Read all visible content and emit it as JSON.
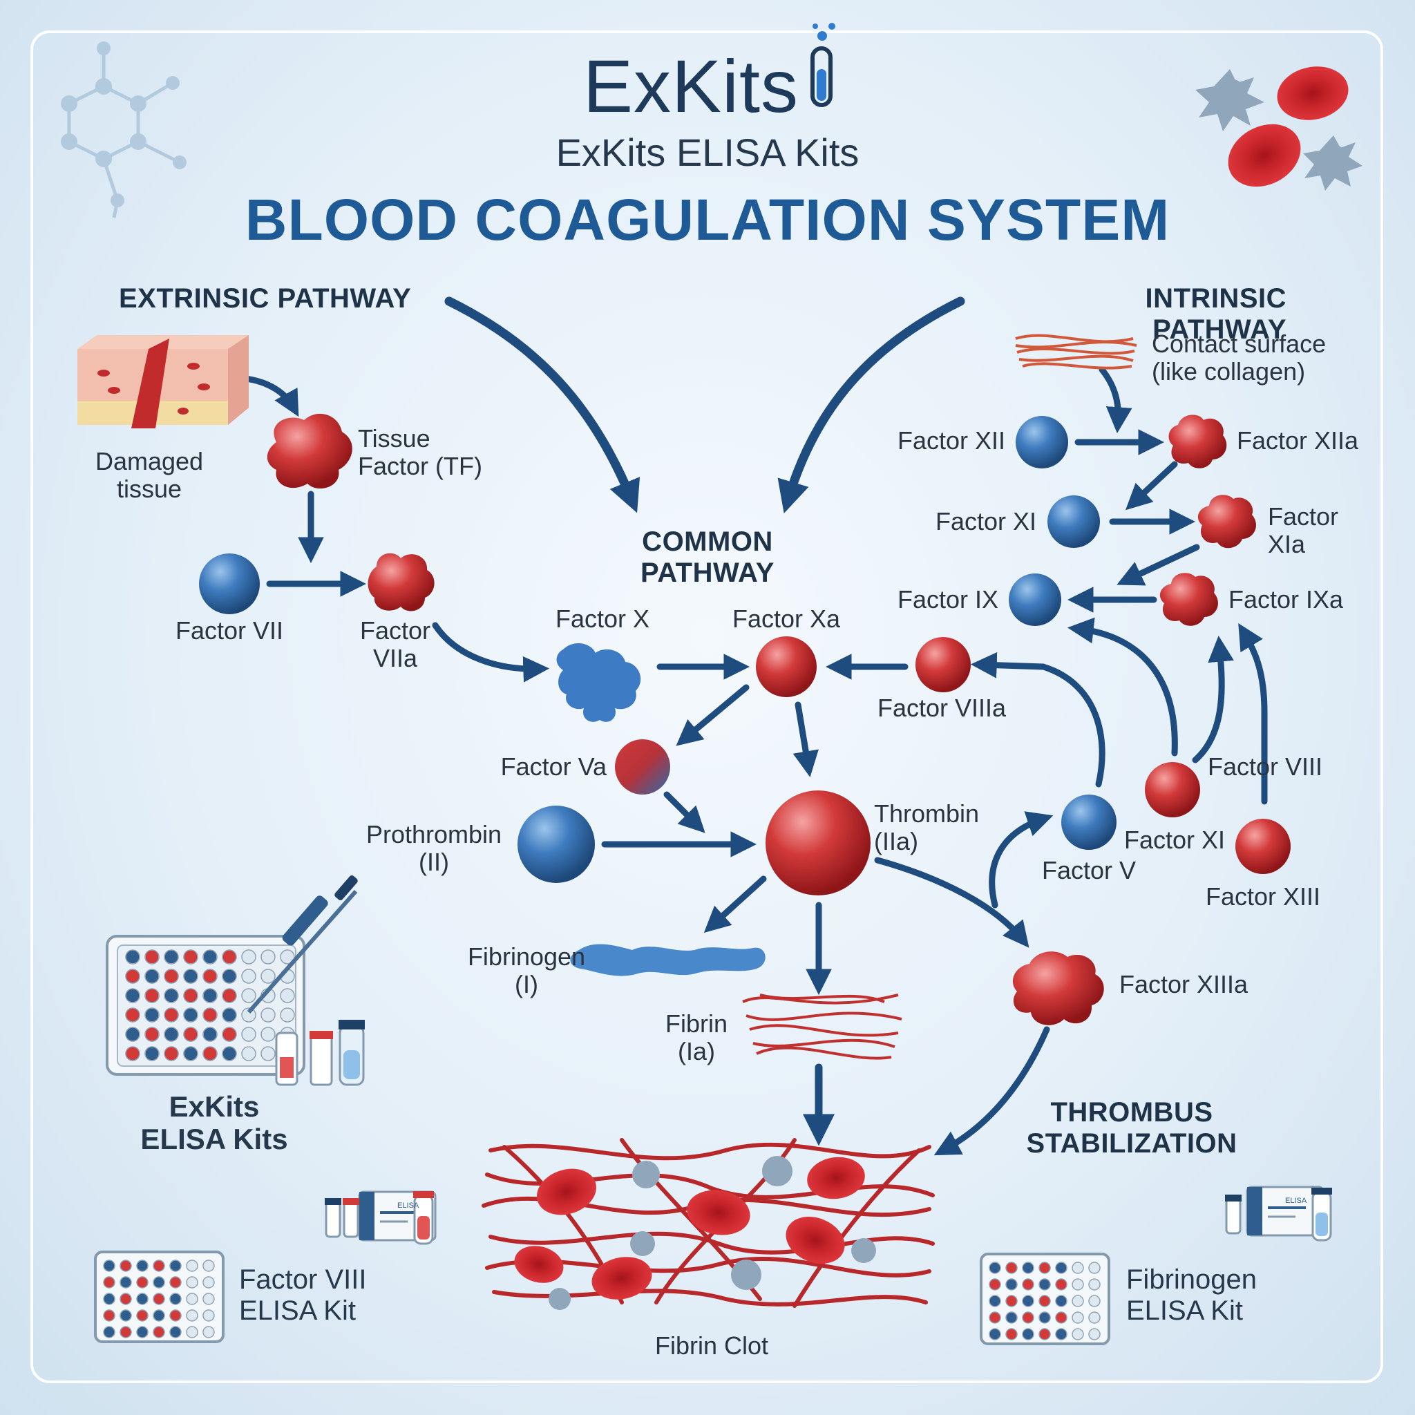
{
  "header": {
    "logo_text": "ExKits",
    "subtitle": "ExKits ELISA Kits",
    "title": "BLOOD COAGULATION SYSTEM"
  },
  "sections": {
    "extrinsic": "EXTRINSIC PATHWAY",
    "intrinsic": "INTRINSIC PATHWAY",
    "common": "COMMON\nPATHWAY",
    "stabilization": "THROMBUS\nSTABILIZATION"
  },
  "labels": {
    "damaged_tissue": "Damaged\ntissue",
    "tissue_factor": "Tissue\nFactor (TF)",
    "factor_vii": "Factor VII",
    "factor_viia": "Factor\nVIIa",
    "contact_surface": "Contact surface\n(like collagen)",
    "factor_xii": "Factor XII",
    "factor_xiia": "Factor XIIa",
    "factor_xi": "Factor XI",
    "factor_xia": "Factor\nXIa",
    "factor_ix": "Factor IX",
    "factor_ixa": "Factor IXa",
    "factor_x": "Factor X",
    "factor_xa": "Factor Xa",
    "factor_viiia": "Factor VIIIa",
    "factor_va": "Factor Va",
    "prothrombin": "Prothrombin\n(II)",
    "thrombin": "Thrombin\n(IIa)",
    "factor_viii": "Factor VIII",
    "factor_xi_lower": "Factor XI",
    "factor_v": "Factor V",
    "factor_xiii": "Factor XIII",
    "fibrinogen": "Fibrinogen\n(I)",
    "fibrin": "Fibrin\n(Ia)",
    "factor_xiiia": "Factor XIIIa",
    "fibrin_clot": "Fibrin Clot"
  },
  "kits": {
    "main": "ExKits\nELISA Kits",
    "factor_viii_kit": "Factor VIII\nELISA Kit",
    "fibrinogen_kit": "Fibrinogen\nELISA Kit",
    "box_label": "ELISA"
  },
  "colors": {
    "inactive_factor": "#2f6aa8",
    "active_factor": "#c9282d",
    "arrow": "#1e4c7e",
    "title": "#1d5a96",
    "fibrin": "#c0302e"
  }
}
